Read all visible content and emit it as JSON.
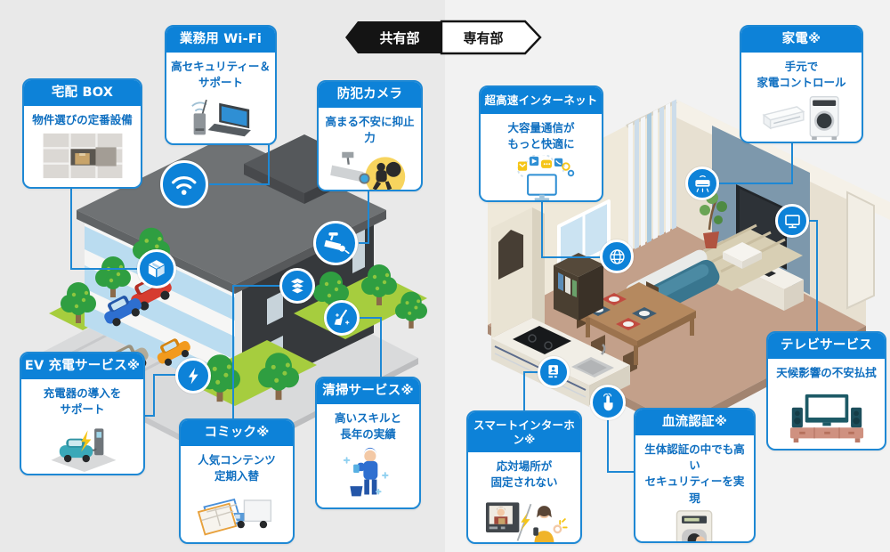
{
  "palette": {
    "accent_blue": "#0d82d8",
    "border_blue": "#1e88d4",
    "text_blue": "#0f6fc0",
    "background_left": "#e9e9e9",
    "background_right": "#f2f2f2",
    "legend_black": "#141414"
  },
  "legend": {
    "shared_label": "共有部",
    "private_label": "専有部"
  },
  "callouts": [
    {
      "id": "delivery-box",
      "section": "共有部",
      "title": "宅配 BOX",
      "body": "物件選びの定番設備",
      "icon": "package-icon"
    },
    {
      "id": "business-wifi",
      "section": "共有部",
      "title": "業務用 Wi-Fi",
      "body": "高セキュリティー＆\nサポート",
      "icon": "wifi-icon"
    },
    {
      "id": "security-camera",
      "section": "共有部",
      "title": "防犯カメラ",
      "body": "高まる不安に抑止力",
      "icon": "cctv-icon"
    },
    {
      "id": "ev-charging",
      "section": "共有部",
      "title": "EV 充電サービス※",
      "body": "充電器の導入を\nサポート",
      "icon": "bolt-icon"
    },
    {
      "id": "comics",
      "section": "共有部",
      "title": "コミック※",
      "body": "人気コンテンツ\n定期入替",
      "icon": "stack-icon"
    },
    {
      "id": "cleaning",
      "section": "共有部",
      "title": "清掃サービス※",
      "body": "高いスキルと\n長年の実績",
      "icon": "broom-icon"
    },
    {
      "id": "internet",
      "section": "専有部",
      "title": "超高速インターネット",
      "body": "大容量通信が\nもっと快適に",
      "icon": "globe-icon"
    },
    {
      "id": "appliances",
      "section": "専有部",
      "title": "家電※",
      "body": "手元で\n家電コントロール",
      "icon": "aircon-icon"
    },
    {
      "id": "tv-service",
      "section": "専有部",
      "title": "テレビサービス",
      "body": "天候影響の不安払拭",
      "icon": "tv-icon"
    },
    {
      "id": "smart-intercom",
      "section": "専有部",
      "title": "スマートインターホン※",
      "body": "応対場所が\n固定されない",
      "icon": "intercom-icon"
    },
    {
      "id": "blood-flow-auth",
      "section": "専有部",
      "title": "血流認証※",
      "body": "生体認証の中でも高い\nセキュリティーを実現",
      "icon": "touch-icon"
    }
  ],
  "icons": [
    "wifi-icon",
    "package-icon",
    "cctv-icon",
    "stack-icon",
    "broom-icon",
    "bolt-icon",
    "globe-icon",
    "aircon-icon",
    "tv-icon",
    "intercom-icon",
    "touch-icon"
  ]
}
